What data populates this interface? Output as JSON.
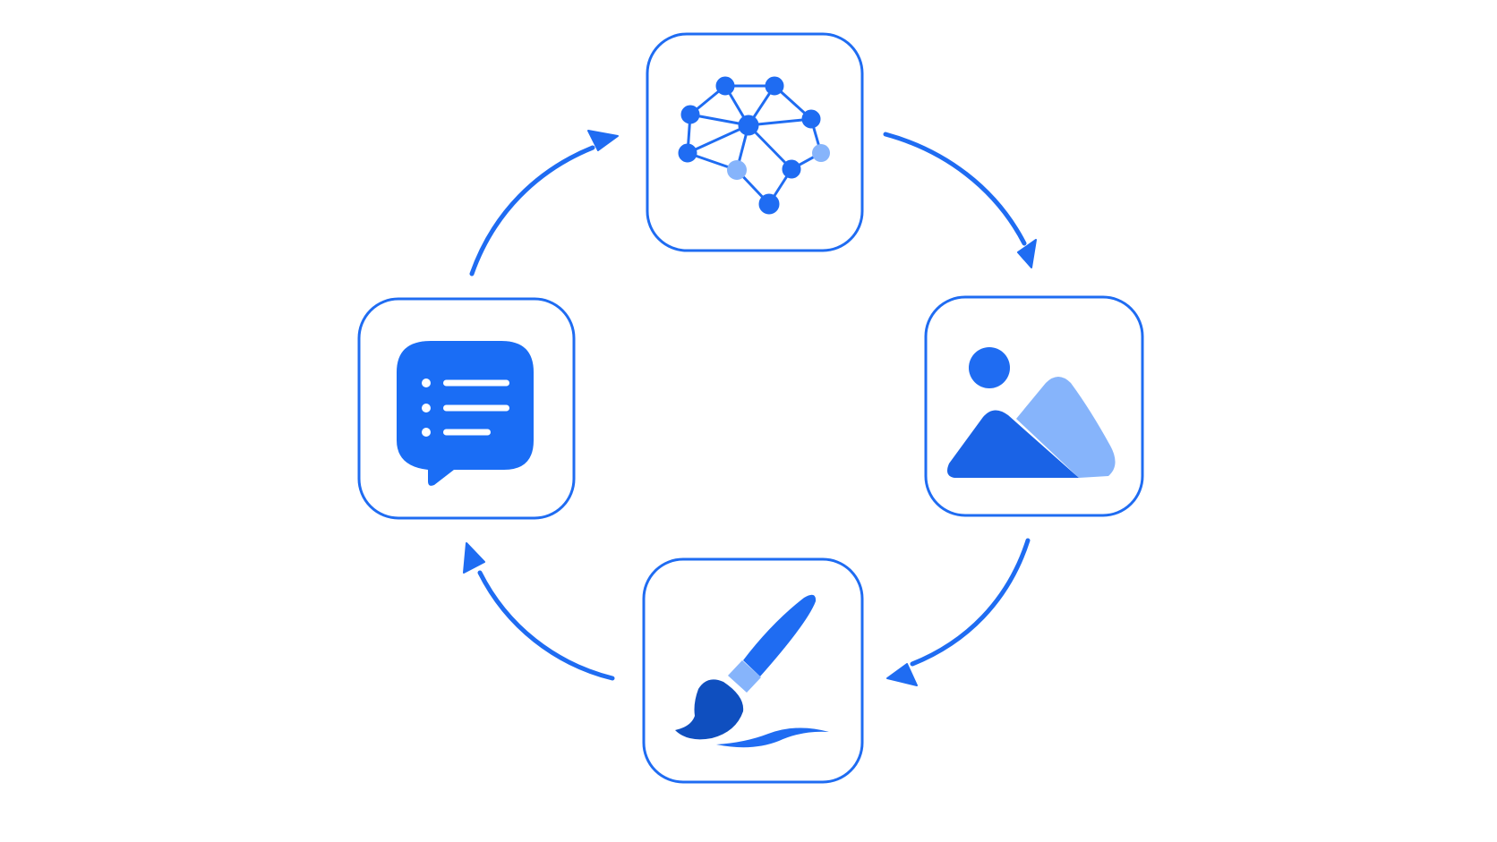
{
  "diagram": {
    "type": "cycle",
    "nodes": [
      {
        "id": "network",
        "icon": "network-graph-icon"
      },
      {
        "id": "image",
        "icon": "image-landscape-icon"
      },
      {
        "id": "paintbrush",
        "icon": "paintbrush-icon"
      },
      {
        "id": "chat",
        "icon": "chat-list-icon"
      }
    ],
    "edges": [
      {
        "from": "network",
        "to": "image"
      },
      {
        "from": "image",
        "to": "paintbrush"
      },
      {
        "from": "paintbrush",
        "to": "chat"
      },
      {
        "from": "chat",
        "to": "network"
      }
    ]
  },
  "colors": {
    "accent": "#1f6cf2",
    "accent_light": "#86b4fb",
    "accent_dark": "#0f4fbf",
    "background": "#ffffff"
  }
}
